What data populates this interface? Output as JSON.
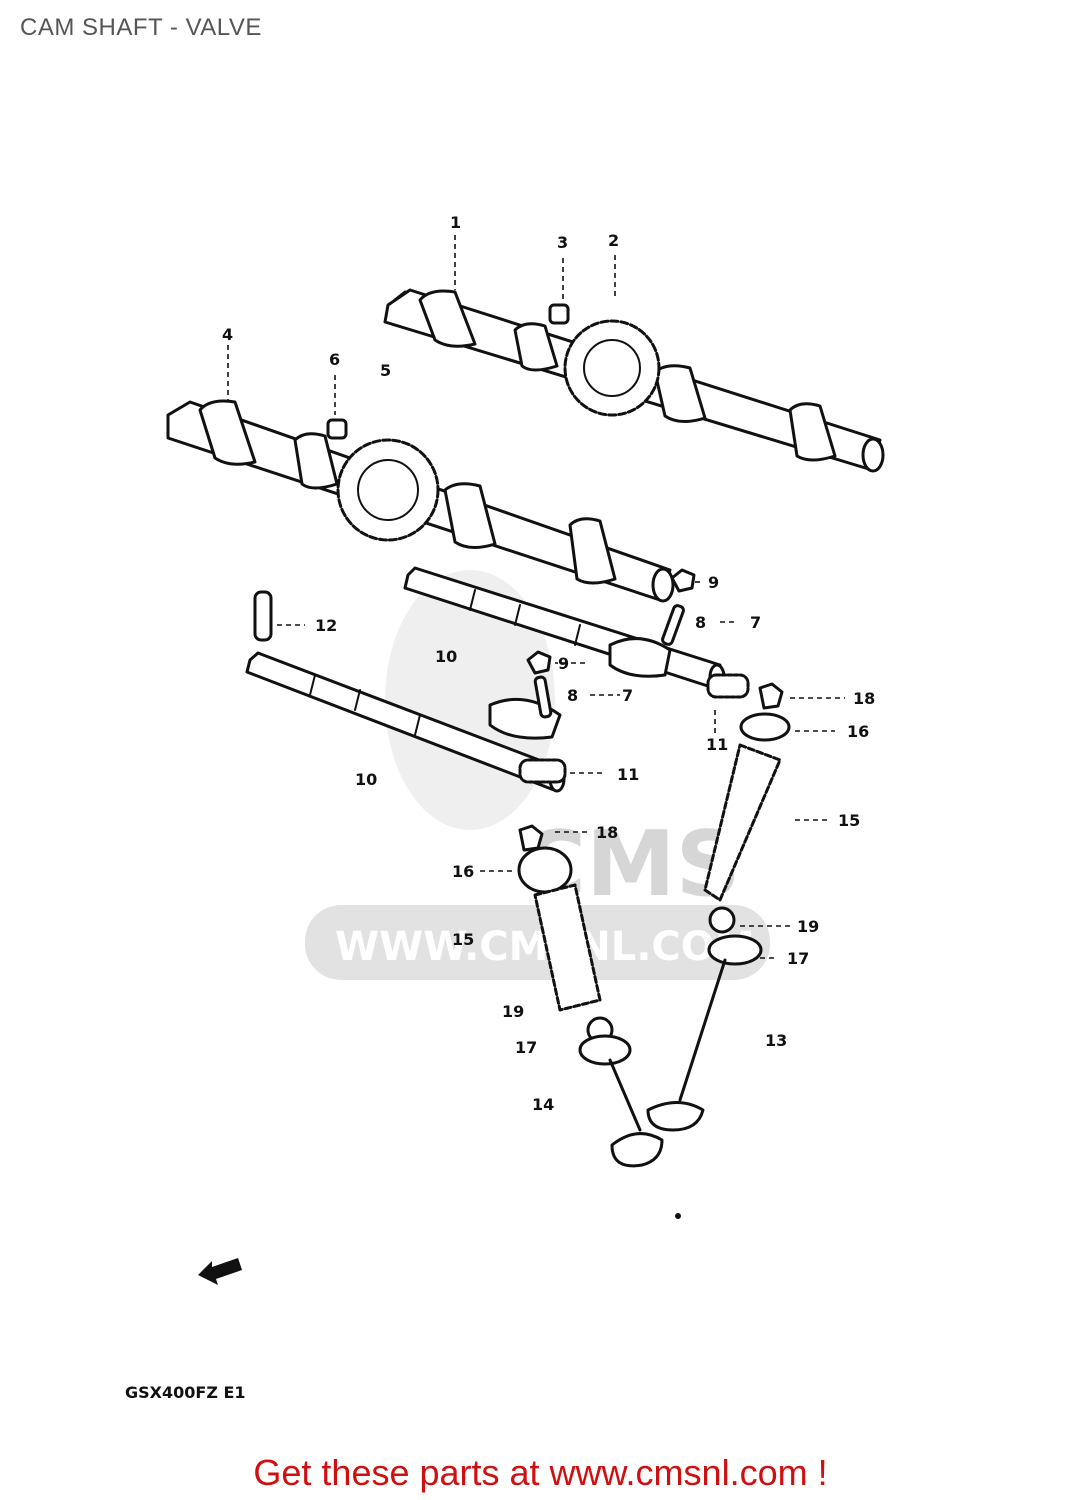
{
  "title": "CAM SHAFT - VALVE",
  "model_code": "GSX400FZ E1",
  "watermark": {
    "logo": "CMS",
    "url": "WWW.CMSNL.COM"
  },
  "footer": "Get these parts at www.cmsnl.com !",
  "callouts": [
    "1",
    "2",
    "3",
    "4",
    "5",
    "6",
    "7",
    "8",
    "9",
    "10",
    "11",
    "12",
    "13",
    "14",
    "15",
    "16",
    "17",
    "18",
    "19"
  ],
  "colors": {
    "footer": "#d01010",
    "title": "#555555",
    "ink": "#111111",
    "watermark": "#d6d6d6"
  }
}
